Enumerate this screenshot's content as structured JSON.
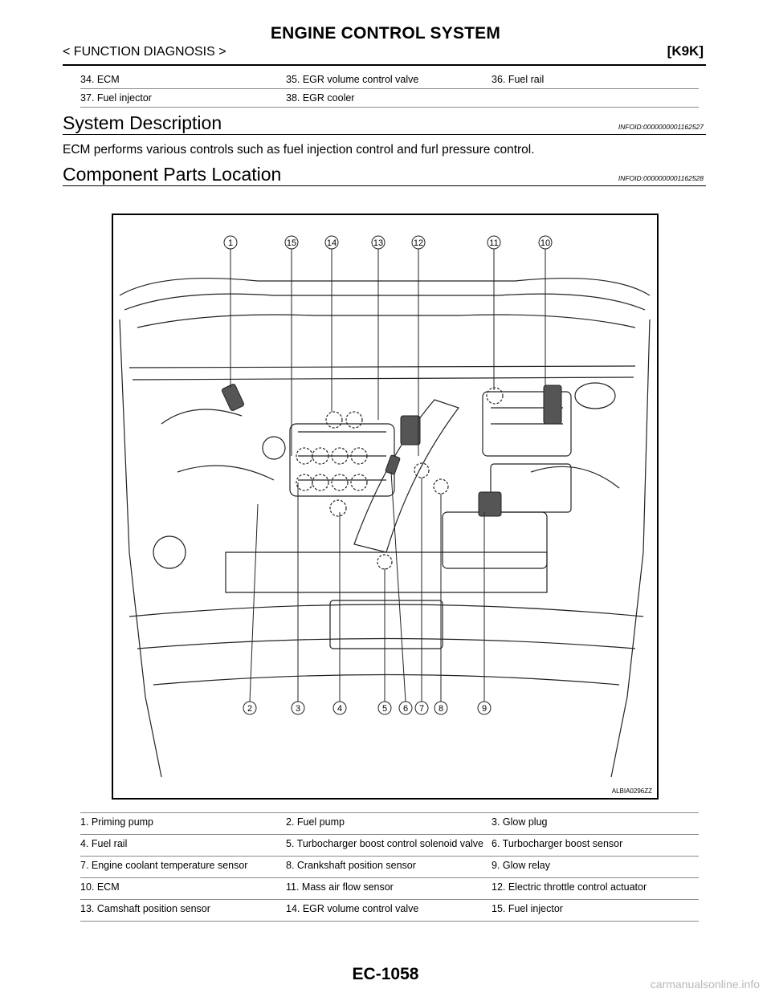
{
  "header": {
    "title": "ENGINE CONTROL SYSTEM",
    "section": "< FUNCTION DIAGNOSIS >",
    "engine_tag": "[K9K]"
  },
  "top_legend": [
    [
      "34.  ECM",
      "35.  EGR volume control valve",
      "36.  Fuel rail"
    ],
    [
      "37.  Fuel injector",
      "38.  EGR cooler",
      ""
    ]
  ],
  "system_description": {
    "title": "System Description",
    "infoid": "INFOID:0000000001162527",
    "text": "ECM performs various controls such as fuel injection control and furl pressure control."
  },
  "component_parts": {
    "title": "Component Parts Location",
    "infoid": "INFOID:0000000001162528"
  },
  "figure": {
    "code": "ALBIA0296ZZ",
    "callouts_top": [
      "1",
      "15",
      "14",
      "13",
      "12",
      "11",
      "10"
    ],
    "callouts_bottom": [
      "2",
      "3",
      "4",
      "5",
      "6",
      "7",
      "8",
      "9"
    ]
  },
  "parts_legend": [
    [
      "1.  Priming pump",
      "2.  Fuel pump",
      "3.  Glow plug"
    ],
    [
      "4.  Fuel rail",
      "5.  Turbocharger boost control solenoid valve",
      "6.  Turbocharger boost sensor"
    ],
    [
      "7.  Engine coolant temperature sensor",
      "8.  Crankshaft position sensor",
      "9.  Glow relay"
    ],
    [
      "10.  ECM",
      "11.  Mass air flow sensor",
      "12.  Electric throttle control actuator"
    ],
    [
      "13.  Camshaft position sensor",
      "14.  EGR volume control valve",
      "15.  Fuel injector"
    ]
  ],
  "footer": {
    "page_number": "EC-1058",
    "url": "carmanualsonline.info"
  }
}
